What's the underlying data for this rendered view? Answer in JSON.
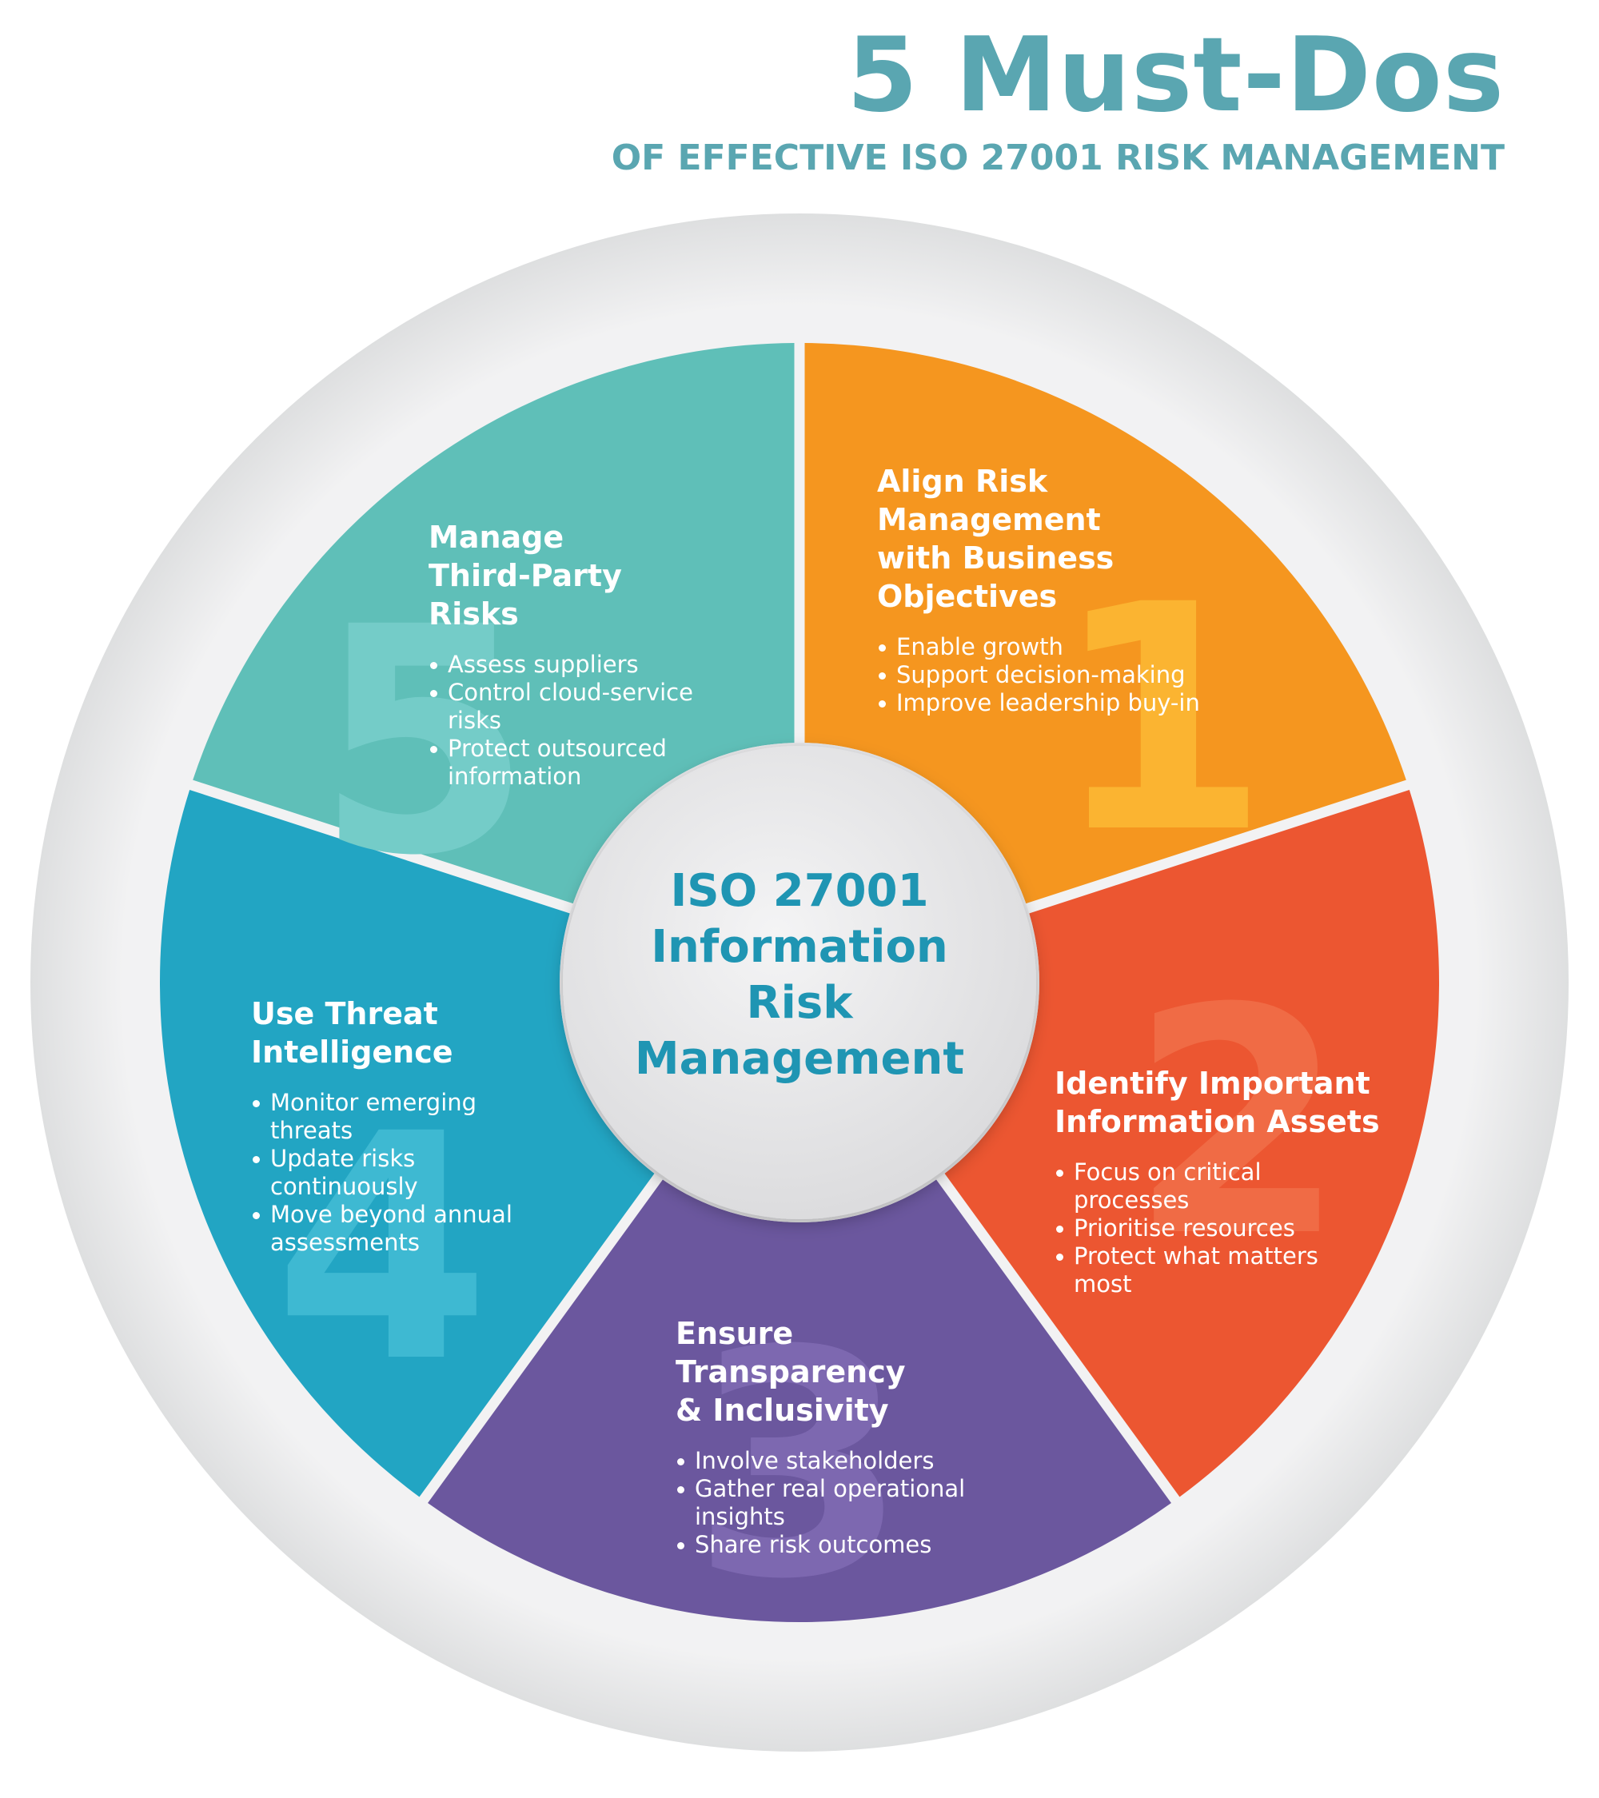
{
  "header": {
    "title": "5 Must-Dos",
    "subtitle": "OF EFFECTIVE ISO 27001 RISK MANAGEMENT"
  },
  "center": {
    "lines": [
      "ISO 27001",
      "Information",
      "Risk",
      "Management"
    ]
  },
  "colors": {
    "accent": "#5aa6b1",
    "center_text": "#1f95b3",
    "ring": "#e8e8e9",
    "segment_1": "#f5961f",
    "segment_2": "#ec5631",
    "segment_3": "#6b579e",
    "segment_4": "#22a5c3",
    "segment_5": "#5fbfb8"
  },
  "segments": [
    {
      "number": "1",
      "title": [
        "Align Risk",
        "Management",
        "with Business",
        "Objectives"
      ],
      "bullets": [
        "Enable growth",
        "Support decision-making",
        "Improve leadership buy-in"
      ]
    },
    {
      "number": "2",
      "title": [
        "Identify Important",
        "Information Assets"
      ],
      "bullets": [
        "Focus on critical processes",
        "Prioritise resources",
        "Protect what matters most"
      ]
    },
    {
      "number": "3",
      "title": [
        "Ensure",
        "Transparency",
        "& Inclusivity"
      ],
      "bullets": [
        "Involve stakeholders",
        "Gather real operational insights",
        "Share risk outcomes"
      ]
    },
    {
      "number": "4",
      "title": [
        "Use Threat",
        "Intelligence"
      ],
      "bullets": [
        "Monitor emerging threats",
        "Update risks continuously",
        "Move beyond annual assessments"
      ]
    },
    {
      "number": "5",
      "title": [
        "Manage",
        "Third-Party",
        "Risks"
      ],
      "bullets": [
        "Assess suppliers",
        "Control cloud-service risks",
        "Protect outsourced information"
      ]
    }
  ]
}
